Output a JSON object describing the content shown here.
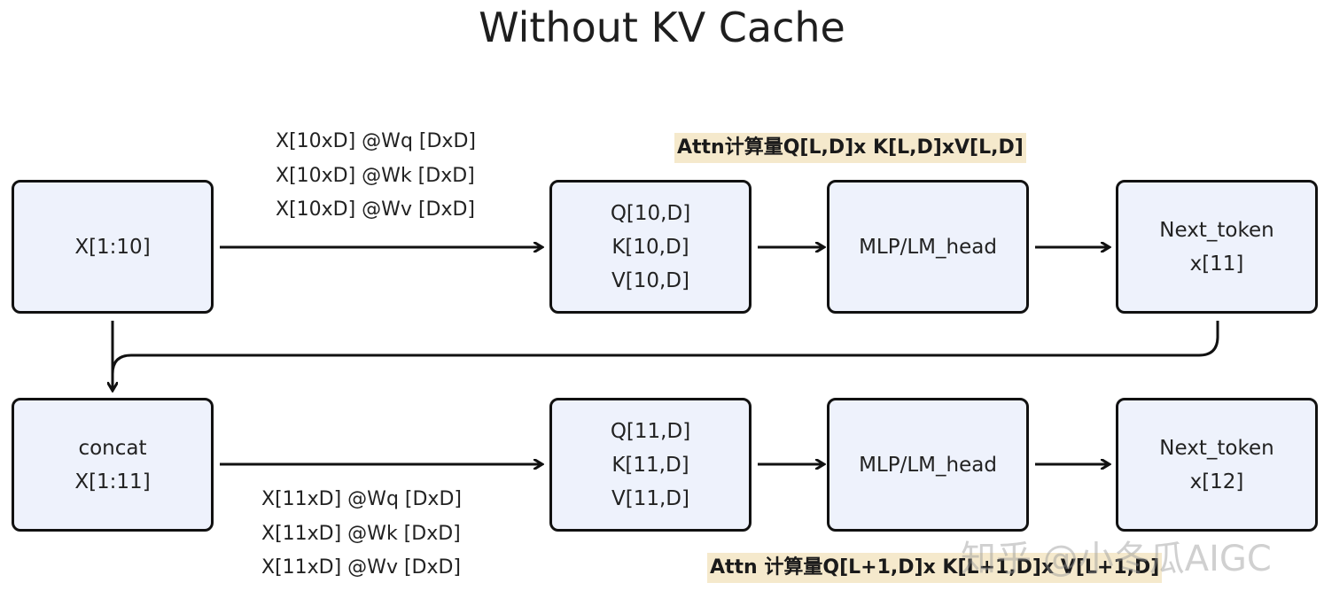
{
  "title": "Without KV Cache",
  "row1": {
    "input_box": {
      "lines": [
        "X[1:10]"
      ]
    },
    "projection_ops": [
      "X[10xD] @Wq [DxD]",
      "X[10xD] @Wk [DxD]",
      "X[10xD] @Wv [DxD]"
    ],
    "qkv_box": {
      "lines": [
        "Q[10,D]",
        "K[10,D]",
        "V[10,D]"
      ]
    },
    "mlp_box": {
      "lines": [
        "MLP/LM_head"
      ]
    },
    "output_box": {
      "lines": [
        "Next_token",
        "x[11]"
      ]
    },
    "attn_note": "Attn计算量Q[L,D]x K[L,D]xV[L,D]"
  },
  "row2": {
    "input_box": {
      "lines": [
        "concat",
        "X[1:11]"
      ]
    },
    "projection_ops": [
      "X[11xD] @Wq [DxD]",
      "X[11xD] @Wk [DxD]",
      "X[11xD] @Wv [DxD]"
    ],
    "qkv_box": {
      "lines": [
        "Q[11,D]",
        "K[11,D]",
        "V[11,D]"
      ]
    },
    "mlp_box": {
      "lines": [
        "MLP/LM_head"
      ]
    },
    "output_box": {
      "lines": [
        "Next_token",
        "x[12]"
      ]
    },
    "attn_note": "Attn 计算量Q[L+1,D]x K[L+1,D]x V[L+1,D]"
  },
  "watermark": "知乎 @小冬瓜AIGC",
  "colors": {
    "box_fill": "#eef2fc",
    "box_border": "#111111",
    "note_highlight": "#f5e9cc"
  }
}
